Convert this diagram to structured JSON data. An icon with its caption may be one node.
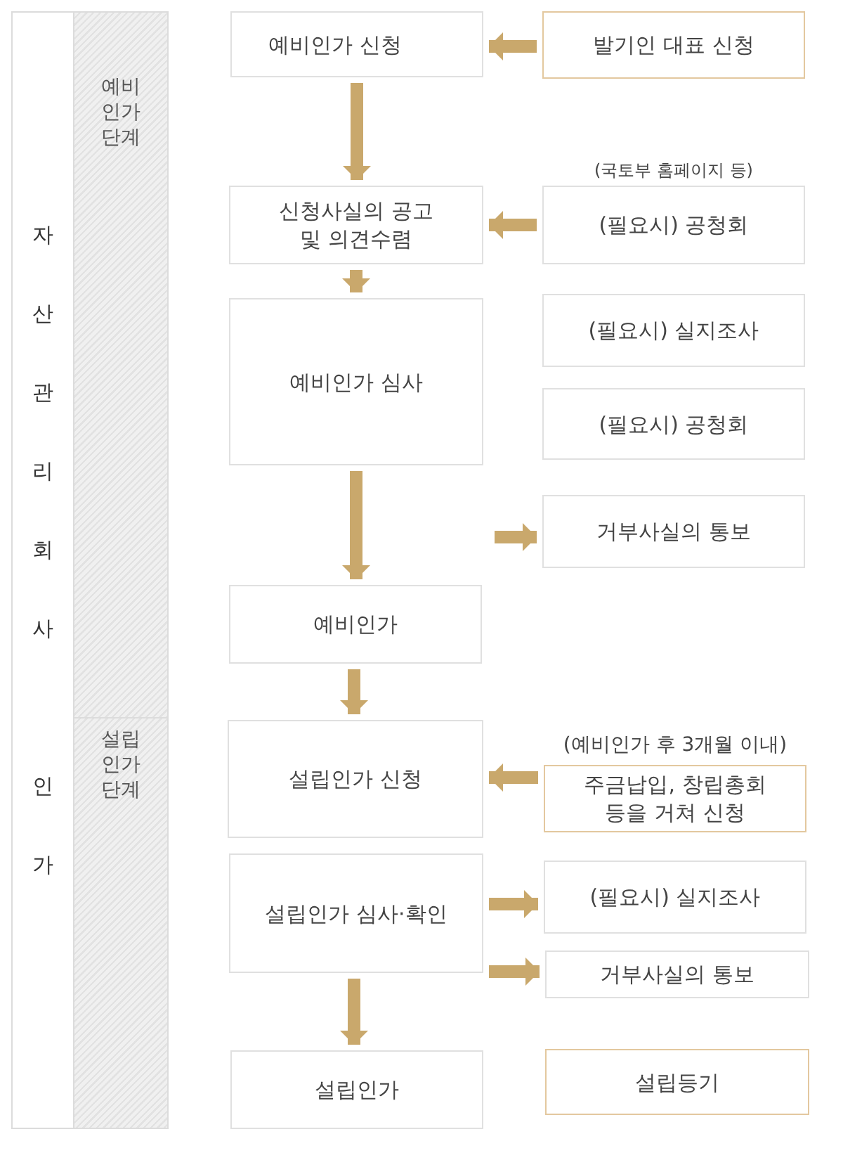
{
  "diagram": {
    "nodes": [
      {
        "text": [
          "자산관리회사 인가"
        ]
      },
      {
        "text": [
          "예비인가 단계"
        ]
      },
      {
        "text": [
          "예비인가 신청"
        ]
      },
      {
        "text": [
          "발기인 대표 신청"
        ]
      },
      {
        "text": [
          "신청사실의 공고 및 의견수렴"
        ]
      },
      {
        "text": [
          "(필요시) 공청회"
        ],
        "beside": [
          "(국토부 홈페이지 등)"
        ]
      },
      {
        "text": [
          "예비인가 심사"
        ]
      },
      {
        "text": [
          "(필요시) 실지조사"
        ]
      },
      {
        "text": [
          "(필요시) 공청회"
        ]
      },
      {
        "text": [
          "거부사실의 통보"
        ]
      },
      {
        "text": [
          "예비인가"
        ]
      },
      {
        "text": [
          "설립인가 단계"
        ]
      },
      {
        "text": [
          "설립인가 신청"
        ]
      },
      {
        "text": [
          "주금납입, 창립총회 등을 거쳐 신청"
        ],
        "beside": [
          "(예비인가 후 3개월 이내)"
        ]
      },
      {
        "text": [
          "설립인가 심사·확인"
        ]
      },
      {
        "text": [
          "(필요시) 실지조사"
        ]
      },
      {
        "text": [
          "거부사실의 통보"
        ]
      },
      {
        "text": [
          "설립인가"
        ]
      },
      {
        "text": [
          "설립등기"
        ]
      }
    ],
    "edges": [
      {
        "from": 3,
        "to": 2,
        "arrow": "to"
      },
      {
        "from": 2,
        "to": 4,
        "arrow": "to"
      },
      {
        "from": 5,
        "to": 4,
        "arrow": "to"
      },
      {
        "from": 4,
        "to": 6,
        "arrow": "to"
      },
      {
        "from": 6,
        "to": 10,
        "arrow": "to"
      },
      {
        "from": null,
        "to": 9,
        "arrow": "to"
      },
      {
        "from": 10,
        "to": 12,
        "arrow": "to"
      },
      {
        "from": 13,
        "to": 12,
        "arrow": "to"
      },
      {
        "from": 14,
        "to": 15,
        "arrow": "to"
      },
      {
        "from": 14,
        "to": 16,
        "arrow": "to"
      },
      {
        "from": 14,
        "to": 17,
        "arrow": "to"
      }
    ]
  }
}
